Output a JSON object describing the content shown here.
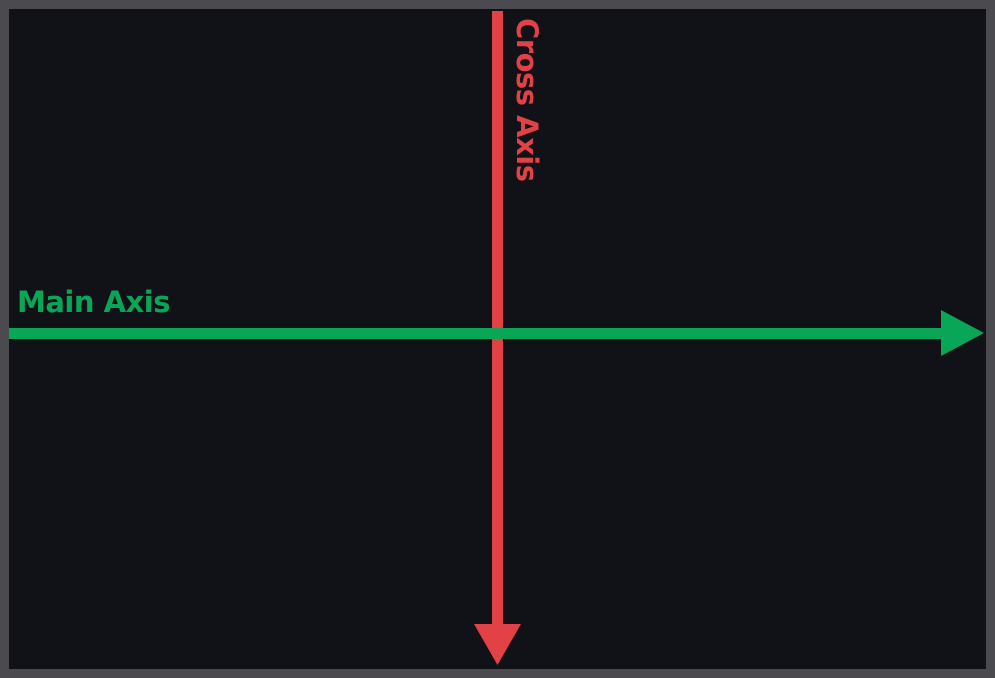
{
  "main_axis": {
    "label": "Main Axis",
    "color": "#0aa657",
    "direction": "left-to-right"
  },
  "cross_axis": {
    "label": "Cross Axis",
    "color": "#e24245",
    "direction": "top-to-bottom"
  },
  "colors": {
    "background": "#111217",
    "border": "#4a4a4f"
  }
}
